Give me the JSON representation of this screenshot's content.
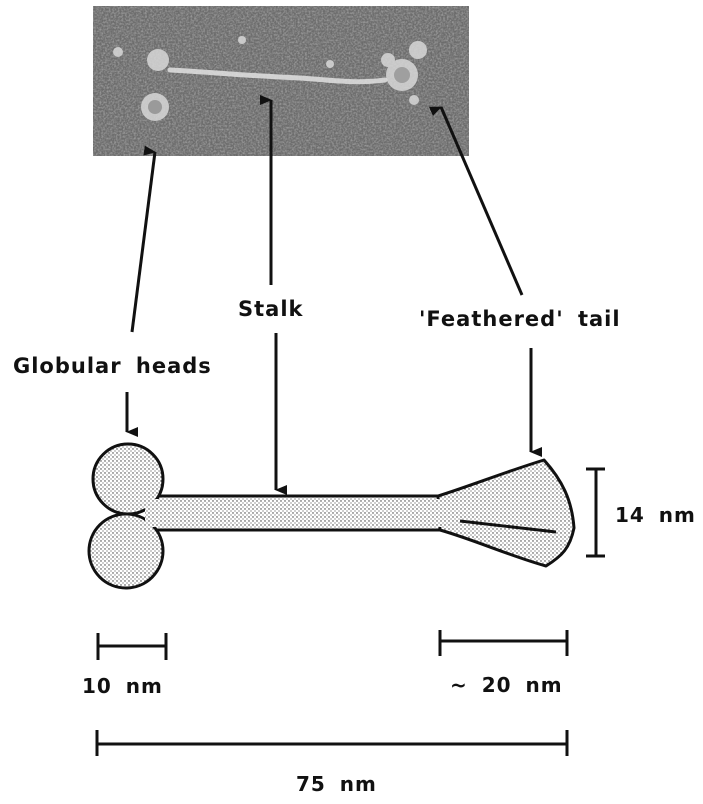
{
  "micrograph": {
    "description_icon": "electron-micrograph-image"
  },
  "labels": {
    "globular_heads": "Globular heads",
    "stalk": "Stalk",
    "feathered_tail": "'Feathered' tail"
  },
  "dimensions": {
    "head_width": "10 nm",
    "tail_length": "~ 20 nm",
    "total_length": "75 nm",
    "tail_height": "14 nm"
  },
  "colors": {
    "ink": "#111111",
    "micrograph_bg": "#6e6e6e",
    "shape_fill": "#d9d9d9"
  }
}
